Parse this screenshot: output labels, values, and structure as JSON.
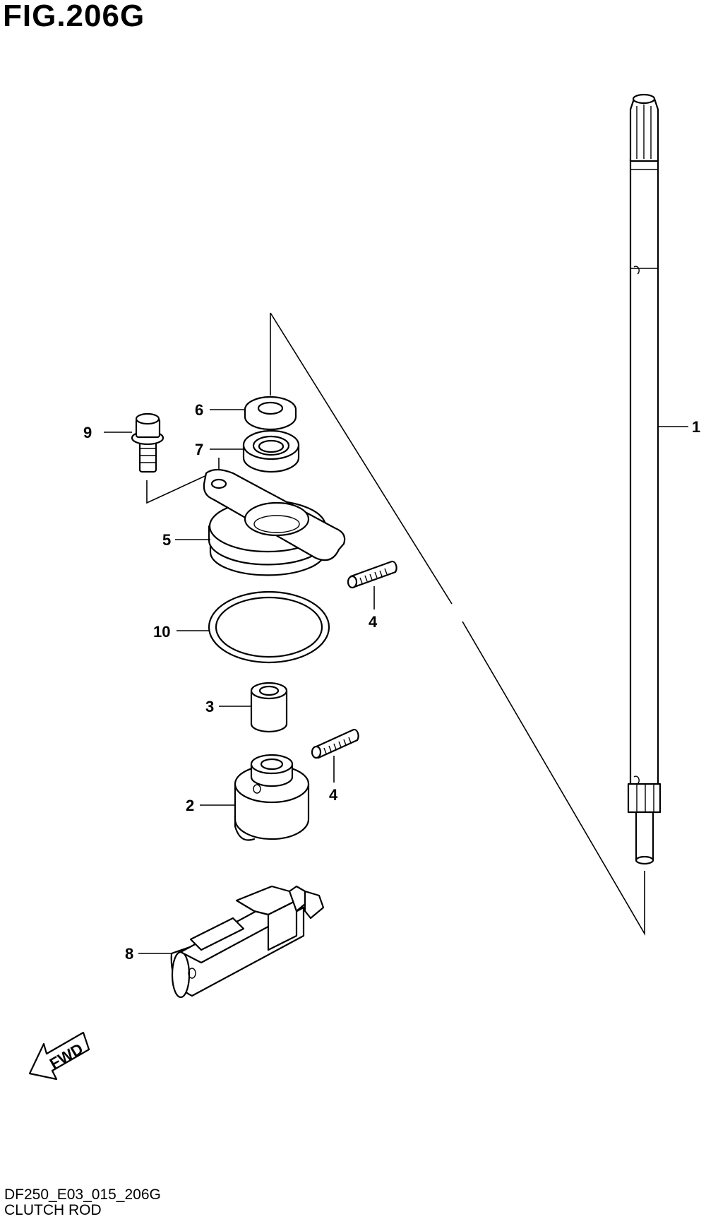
{
  "figure": {
    "title": "FIG.206G",
    "code": "DF250_E03_015_206G",
    "name": "CLUTCH ROD"
  },
  "callouts": [
    {
      "id": "part-1",
      "label": "1"
    },
    {
      "id": "part-2",
      "label": "2"
    },
    {
      "id": "part-3",
      "label": "3"
    },
    {
      "id": "part-4a",
      "label": "4"
    },
    {
      "id": "part-4b",
      "label": "4"
    },
    {
      "id": "part-5",
      "label": "5"
    },
    {
      "id": "part-6",
      "label": "6"
    },
    {
      "id": "part-7",
      "label": "7"
    },
    {
      "id": "part-8",
      "label": "8"
    },
    {
      "id": "part-9",
      "label": "9"
    },
    {
      "id": "part-10",
      "label": "10"
    }
  ],
  "direction_badge": {
    "label": "FWD"
  }
}
